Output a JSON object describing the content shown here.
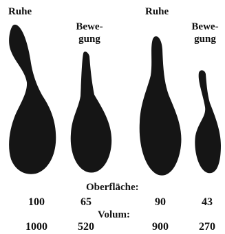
{
  "labels": {
    "state_1": "Ruhe",
    "state_2_line1": "Bewe-",
    "state_2_line2": "gung",
    "state_3": "Ruhe",
    "state_4_line1": "Bewe-",
    "state_4_line2": "gung"
  },
  "measures": {
    "surface_heading": "Oberfläche:",
    "surface_values": [
      "100",
      "65",
      "90",
      "43"
    ],
    "volume_heading": "Volum:",
    "volume_values": [
      "1000",
      "520",
      "900",
      "270"
    ]
  },
  "colors": {
    "shape_fill": "#151515",
    "text": "#111111"
  }
}
